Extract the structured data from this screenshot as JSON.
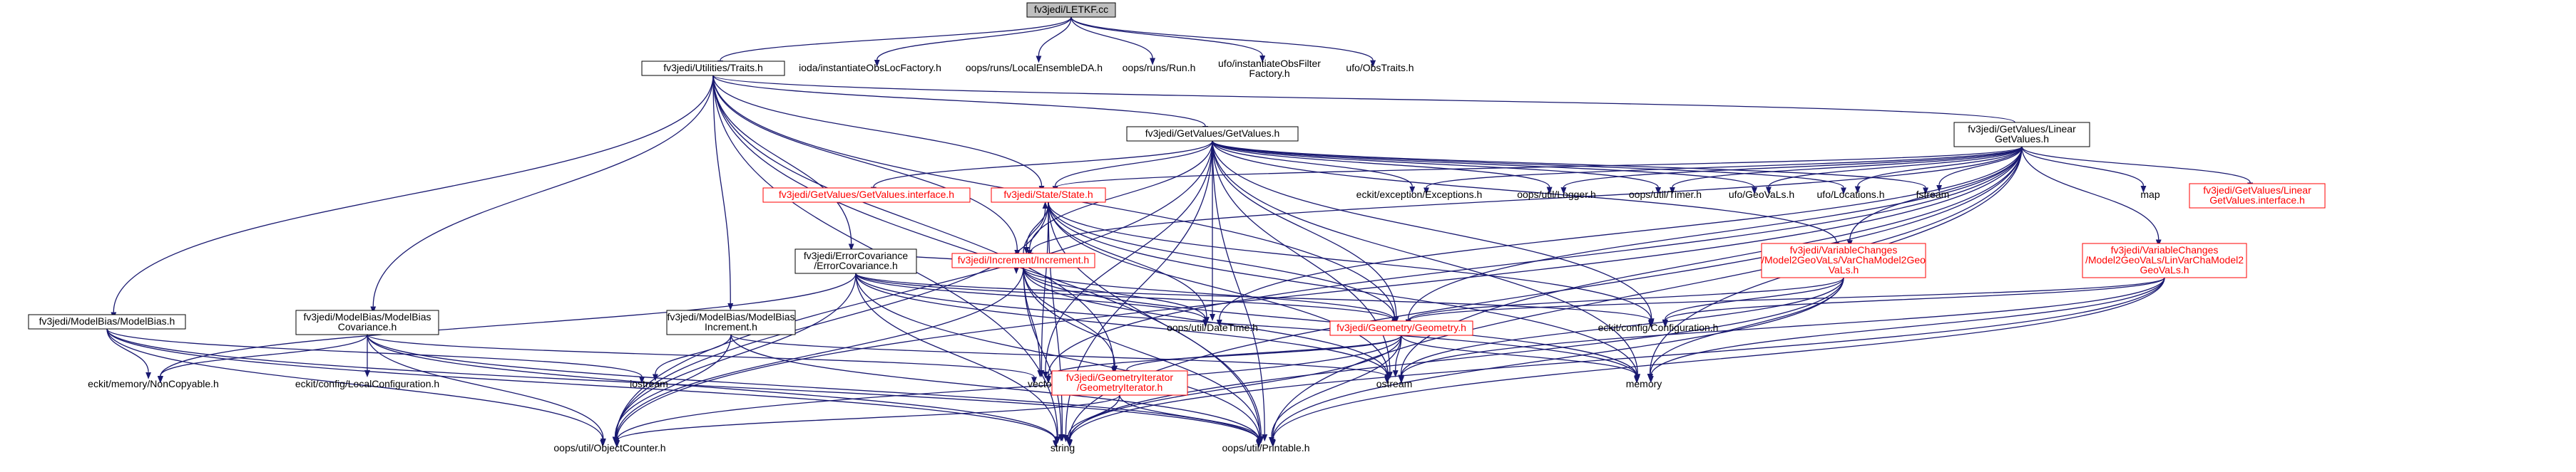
{
  "nodes": [
    {
      "id": "root",
      "lines": [
        "fv3jedi/LETKF.cc"
      ],
      "style": "root"
    },
    {
      "id": "traits",
      "lines": [
        "fv3jedi/Utilities/Traits.h"
      ],
      "style": "black"
    },
    {
      "id": "ioda_fact",
      "lines": [
        "ioda/instantiateObsLocFactory.h"
      ],
      "style": "none"
    },
    {
      "id": "oops_letkf",
      "lines": [
        "oops/runs/LocalEnsembleDA.h"
      ],
      "style": "none"
    },
    {
      "id": "oops_run",
      "lines": [
        "oops/runs/Run.h"
      ],
      "style": "none"
    },
    {
      "id": "ufo_filter",
      "lines": [
        "ufo/instantiateObsFilter",
        "Factory.h"
      ],
      "style": "none"
    },
    {
      "id": "ufo_obstraits",
      "lines": [
        "ufo/ObsTraits.h"
      ],
      "style": "none"
    },
    {
      "id": "getvalues",
      "lines": [
        "fv3jedi/GetValues/GetValues.h"
      ],
      "style": "black"
    },
    {
      "id": "lingetvalues",
      "lines": [
        "fv3jedi/GetValues/Linear",
        "GetValues.h"
      ],
      "style": "black"
    },
    {
      "id": "state",
      "lines": [
        "fv3jedi/State/State.h"
      ],
      "style": "red"
    },
    {
      "id": "gv_interface",
      "lines": [
        "fv3jedi/GetValues/GetValues.interface.h"
      ],
      "style": "red"
    },
    {
      "id": "exceptions",
      "lines": [
        "eckit/exception/Exceptions.h"
      ],
      "style": "none"
    },
    {
      "id": "logger",
      "lines": [
        "oops/util/Logger.h"
      ],
      "style": "none"
    },
    {
      "id": "timer",
      "lines": [
        "oops/util/Timer.h"
      ],
      "style": "none"
    },
    {
      "id": "geovals",
      "lines": [
        "ufo/GeoVaLs.h"
      ],
      "style": "none"
    },
    {
      "id": "locations",
      "lines": [
        "ufo/Locations.h"
      ],
      "style": "none"
    },
    {
      "id": "fstream",
      "lines": [
        "fstream"
      ],
      "style": "none"
    },
    {
      "id": "map",
      "lines": [
        "map"
      ],
      "style": "none"
    },
    {
      "id": "lgv_interface",
      "lines": [
        "fv3jedi/GetValues/Linear",
        "GetValues.interface.h"
      ],
      "style": "red"
    },
    {
      "id": "errcov",
      "lines": [
        "fv3jedi/ErrorCovariance",
        "/ErrorCovariance.h"
      ],
      "style": "black"
    },
    {
      "id": "increment",
      "lines": [
        "fv3jedi/Increment/Increment.h"
      ],
      "style": "red"
    },
    {
      "id": "varcha",
      "lines": [
        "fv3jedi/VariableChanges",
        "/Model2GeoVaLs/VarChaModel2Geo",
        "VaLs.h"
      ],
      "style": "red"
    },
    {
      "id": "linvarcha",
      "lines": [
        "fv3jedi/VariableChanges",
        "/Model2GeoVaLs/LinVarChaModel2",
        "GeoVaLs.h"
      ],
      "style": "red"
    },
    {
      "id": "modelbias",
      "lines": [
        "fv3jedi/ModelBias/ModelBias.h"
      ],
      "style": "black"
    },
    {
      "id": "mbcov",
      "lines": [
        "fv3jedi/ModelBias/ModelBias",
        "Covariance.h"
      ],
      "style": "black"
    },
    {
      "id": "mbinc",
      "lines": [
        "fv3jedi/ModelBias/ModelBias",
        "Increment.h"
      ],
      "style": "black"
    },
    {
      "id": "datetime",
      "lines": [
        "oops/util/DateTime.h"
      ],
      "style": "none"
    },
    {
      "id": "geometry",
      "lines": [
        "fv3jedi/Geometry/Geometry.h"
      ],
      "style": "red"
    },
    {
      "id": "configuration",
      "lines": [
        "eckit/config/Configuration.h"
      ],
      "style": "none"
    },
    {
      "id": "noncopyable",
      "lines": [
        "eckit/memory/NonCopyable.h"
      ],
      "style": "none"
    },
    {
      "id": "localconfig",
      "lines": [
        "eckit/config/LocalConfiguration.h"
      ],
      "style": "none"
    },
    {
      "id": "iostream",
      "lines": [
        "iostream"
      ],
      "style": "none"
    },
    {
      "id": "vector",
      "lines": [
        "vector"
      ],
      "style": "none"
    },
    {
      "id": "ostream",
      "lines": [
        "ostream"
      ],
      "style": "none"
    },
    {
      "id": "memory",
      "lines": [
        "memory"
      ],
      "style": "none"
    },
    {
      "id": "geoiter",
      "lines": [
        "fv3jedi/GeometryIterator",
        "/GeometryIterator.h"
      ],
      "style": "red"
    },
    {
      "id": "objcounter",
      "lines": [
        "oops/util/ObjectCounter.h"
      ],
      "style": "none"
    },
    {
      "id": "string",
      "lines": [
        "string"
      ],
      "style": "none"
    },
    {
      "id": "printable",
      "lines": [
        "oops/util/Printable.h"
      ],
      "style": "none"
    }
  ],
  "edges": [
    [
      "root",
      "traits"
    ],
    [
      "root",
      "ioda_fact"
    ],
    [
      "root",
      "oops_letkf"
    ],
    [
      "root",
      "oops_run"
    ],
    [
      "root",
      "ufo_filter"
    ],
    [
      "root",
      "ufo_obstraits"
    ],
    [
      "traits",
      "getvalues"
    ],
    [
      "traits",
      "lingetvalues"
    ],
    [
      "traits",
      "state"
    ],
    [
      "traits",
      "errcov"
    ],
    [
      "traits",
      "increment"
    ],
    [
      "traits",
      "modelbias"
    ],
    [
      "traits",
      "mbcov"
    ],
    [
      "traits",
      "mbinc"
    ],
    [
      "traits",
      "geometry"
    ],
    [
      "traits",
      "geoiter"
    ],
    [
      "traits",
      "string"
    ],
    [
      "traits",
      "printable"
    ],
    [
      "getvalues",
      "state"
    ],
    [
      "getvalues",
      "gv_interface"
    ],
    [
      "getvalues",
      "exceptions"
    ],
    [
      "getvalues",
      "logger"
    ],
    [
      "getvalues",
      "timer"
    ],
    [
      "getvalues",
      "geovals"
    ],
    [
      "getvalues",
      "locations"
    ],
    [
      "getvalues",
      "fstream"
    ],
    [
      "getvalues",
      "increment"
    ],
    [
      "getvalues",
      "varcha"
    ],
    [
      "getvalues",
      "datetime"
    ],
    [
      "getvalues",
      "geometry"
    ],
    [
      "getvalues",
      "configuration"
    ],
    [
      "getvalues",
      "vector"
    ],
    [
      "getvalues",
      "ostream"
    ],
    [
      "getvalues",
      "memory"
    ],
    [
      "getvalues",
      "objcounter"
    ],
    [
      "getvalues",
      "string"
    ],
    [
      "getvalues",
      "printable"
    ],
    [
      "lingetvalues",
      "state"
    ],
    [
      "lingetvalues",
      "exceptions"
    ],
    [
      "lingetvalues",
      "logger"
    ],
    [
      "lingetvalues",
      "timer"
    ],
    [
      "lingetvalues",
      "geovals"
    ],
    [
      "lingetvalues",
      "locations"
    ],
    [
      "lingetvalues",
      "fstream"
    ],
    [
      "lingetvalues",
      "map"
    ],
    [
      "lingetvalues",
      "lgv_interface"
    ],
    [
      "lingetvalues",
      "increment"
    ],
    [
      "lingetvalues",
      "varcha"
    ],
    [
      "lingetvalues",
      "linvarcha"
    ],
    [
      "lingetvalues",
      "geometry"
    ],
    [
      "lingetvalues",
      "datetime"
    ],
    [
      "lingetvalues",
      "vector"
    ],
    [
      "lingetvalues",
      "ostream"
    ],
    [
      "lingetvalues",
      "memory"
    ],
    [
      "lingetvalues",
      "objcounter"
    ],
    [
      "lingetvalues",
      "string"
    ],
    [
      "lingetvalues",
      "printable"
    ],
    [
      "state",
      "increment"
    ],
    [
      "state",
      "geometry"
    ],
    [
      "state",
      "datetime"
    ],
    [
      "state",
      "configuration"
    ],
    [
      "state",
      "vector"
    ],
    [
      "state",
      "ostream"
    ],
    [
      "state",
      "memory"
    ],
    [
      "state",
      "objcounter"
    ],
    [
      "state",
      "string"
    ],
    [
      "state",
      "printable"
    ],
    [
      "increment",
      "state"
    ],
    [
      "increment",
      "geometry"
    ],
    [
      "increment",
      "datetime"
    ],
    [
      "increment",
      "geoiter"
    ],
    [
      "increment",
      "vector"
    ],
    [
      "increment",
      "ostream"
    ],
    [
      "increment",
      "memory"
    ],
    [
      "increment",
      "objcounter"
    ],
    [
      "increment",
      "string"
    ],
    [
      "increment",
      "printable"
    ],
    [
      "errcov",
      "geometry"
    ],
    [
      "errcov",
      "increment"
    ],
    [
      "errcov",
      "datetime"
    ],
    [
      "errcov",
      "configuration"
    ],
    [
      "errcov",
      "noncopyable"
    ],
    [
      "errcov",
      "ostream"
    ],
    [
      "errcov",
      "memory"
    ],
    [
      "errcov",
      "objcounter"
    ],
    [
      "errcov",
      "string"
    ],
    [
      "errcov",
      "printable"
    ],
    [
      "varcha",
      "geometry"
    ],
    [
      "varcha",
      "configuration"
    ],
    [
      "varcha",
      "ostream"
    ],
    [
      "varcha",
      "memory"
    ],
    [
      "varcha",
      "string"
    ],
    [
      "varcha",
      "printable"
    ],
    [
      "linvarcha",
      "geometry"
    ],
    [
      "linvarcha",
      "configuration"
    ],
    [
      "linvarcha",
      "ostream"
    ],
    [
      "linvarcha",
      "memory"
    ],
    [
      "linvarcha",
      "string"
    ],
    [
      "linvarcha",
      "printable"
    ],
    [
      "modelbias",
      "noncopyable"
    ],
    [
      "modelbias",
      "iostream"
    ],
    [
      "modelbias",
      "objcounter"
    ],
    [
      "modelbias",
      "string"
    ],
    [
      "modelbias",
      "printable"
    ],
    [
      "mbcov",
      "noncopyable"
    ],
    [
      "mbcov",
      "localconfig"
    ],
    [
      "mbcov",
      "objcounter"
    ],
    [
      "mbcov",
      "string"
    ],
    [
      "mbcov",
      "printable"
    ],
    [
      "mbcov",
      "vector"
    ],
    [
      "mbinc",
      "iostream"
    ],
    [
      "mbinc",
      "ostream"
    ],
    [
      "mbinc",
      "objcounter"
    ],
    [
      "mbinc",
      "printable"
    ],
    [
      "geometry",
      "geoiter"
    ],
    [
      "geometry",
      "vector"
    ],
    [
      "geometry",
      "ostream"
    ],
    [
      "geometry",
      "memory"
    ],
    [
      "geometry",
      "string"
    ],
    [
      "geometry",
      "printable"
    ],
    [
      "geometry",
      "objcounter"
    ],
    [
      "geoiter",
      "objcounter"
    ],
    [
      "geoiter",
      "string"
    ],
    [
      "geoiter",
      "printable"
    ]
  ]
}
